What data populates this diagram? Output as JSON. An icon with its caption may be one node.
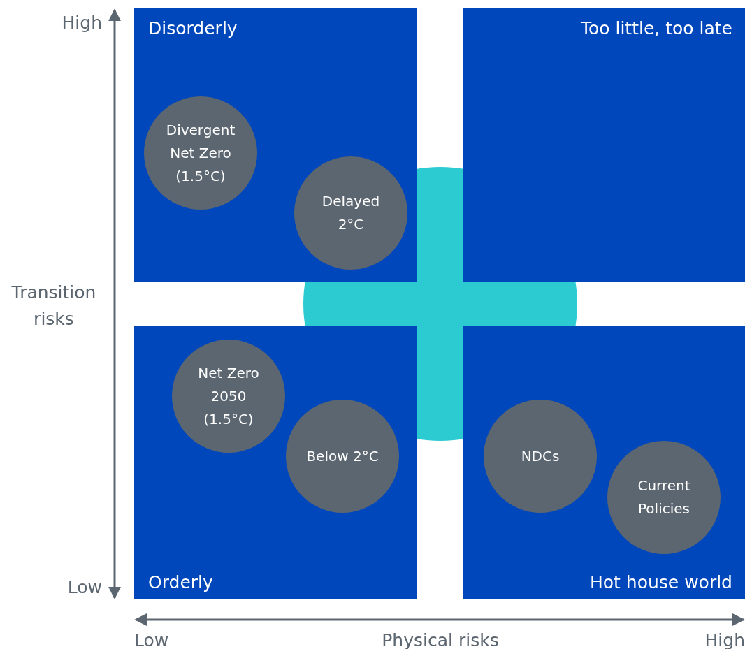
{
  "diagram": {
    "nodes": [
      {
        "text": [
          "Disorderly"
        ]
      },
      {
        "text": [
          "Divergent Net Zero (1.5°C)"
        ],
        "in": 0
      },
      {
        "text": [
          "Delayed 2°C"
        ],
        "in": 0
      },
      {
        "text": [
          "Too little, too late"
        ]
      },
      {
        "text": [
          "Orderly"
        ]
      },
      {
        "text": [
          "Net Zero 2050 (1.5°C)"
        ],
        "in": 4
      },
      {
        "text": [
          "Below 2°C"
        ],
        "in": 4
      },
      {
        "text": [
          "Hot house world"
        ]
      },
      {
        "text": [
          "NDCs"
        ],
        "in": 7
      },
      {
        "text": [
          "Current Policies"
        ],
        "in": 7
      }
    ],
    "edges": [],
    "labels": [
      "High",
      "Transition risks",
      "Low",
      "Low",
      "Physical risks",
      "High"
    ]
  }
}
